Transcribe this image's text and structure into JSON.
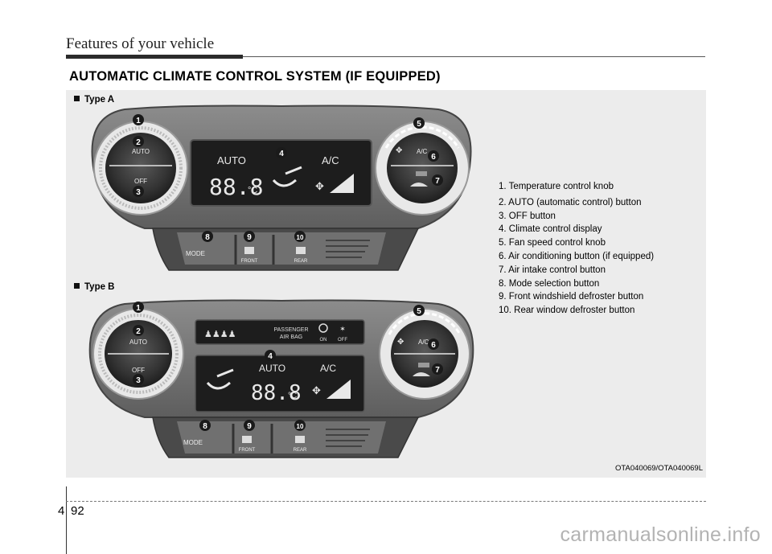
{
  "header": {
    "title": "Features of your vehicle"
  },
  "section": {
    "title": "AUTOMATIC CLIMATE CONTROL SYSTEM (IF EQUIPPED)"
  },
  "types": {
    "a": "Type A",
    "b": "Type B"
  },
  "panel_labels": {
    "auto": "AUTO",
    "off": "OFF",
    "ac": "A/C",
    "mode": "MODE",
    "front": "FRONT",
    "rear": "REAR",
    "display_value": "88.8",
    "display_unit": "°C",
    "passenger": "PASSENGER",
    "airbag": "AIR BAG",
    "on": "ON",
    "off_small": "OFF"
  },
  "callouts": [
    "1",
    "2",
    "3",
    "4",
    "5",
    "6",
    "7",
    "8",
    "9",
    "10"
  ],
  "legend": [
    "1. Temperature control knob",
    "2. AUTO (automatic control) button",
    "3. OFF button",
    "4. Climate control display",
    "5. Fan speed control knob",
    "6. Air conditioning button (if equipped)",
    "7. Air intake control button",
    "8. Mode selection button",
    "9. Front windshield defroster button",
    "10. Rear window defroster button"
  ],
  "image_code": "OTA040069/OTA040069L",
  "footer": {
    "section_number": "4",
    "page_number": "92"
  },
  "watermark": "carmanualsonline.info",
  "colors": {
    "panel_body": "#7a7a7a",
    "display_bg": "#1d1d1d",
    "callout": "#1a1a1a"
  }
}
